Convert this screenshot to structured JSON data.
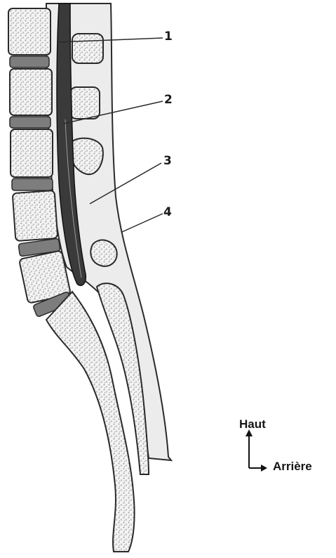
{
  "figure": {
    "callouts": [
      {
        "number": "1",
        "target": "spinal-cord"
      },
      {
        "number": "2",
        "target": "cauda-equina"
      },
      {
        "number": "3",
        "target": "subarachnoid-space"
      },
      {
        "number": "4",
        "target": "dura-mater"
      }
    ],
    "orientation": {
      "up_label": "Haut",
      "back_label": "Arrière"
    },
    "colors": {
      "outline": "#2a2a2a",
      "cord": "#3a3a3a",
      "disc": "#7d7d7d",
      "background": "#ffffff"
    }
  }
}
